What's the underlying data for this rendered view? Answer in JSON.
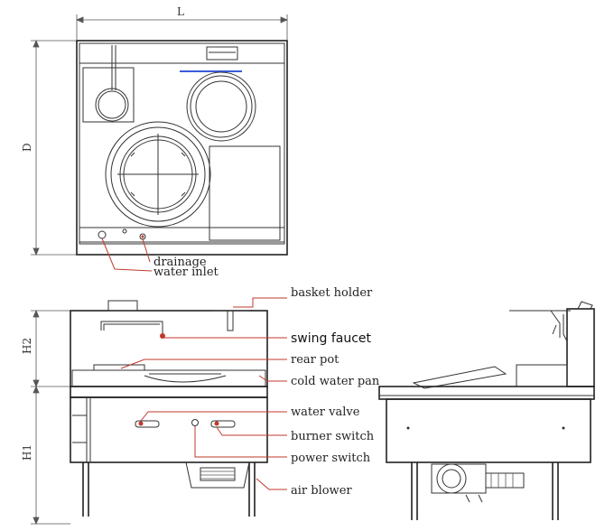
{
  "dimensions": {
    "length": "L",
    "depth": "D",
    "height_upper": "H2",
    "height_lower": "H1"
  },
  "top_view_labels": {
    "drainage": "drainage",
    "water_inlet": "water inlet"
  },
  "front_view_labels": {
    "basket_holder": "basket holder",
    "swing_faucet": "swing faucet",
    "rear_pot": "rear pot",
    "cold_water_pan": "cold water pan",
    "water_valve": "water valve",
    "burner_switch": "burner switch",
    "power_switch": "power switch",
    "air_blower": "air blower"
  },
  "colors": {
    "leader_line": "#c0392b",
    "outline": "#333333",
    "faucet_pipe": "#3b5bdb"
  }
}
